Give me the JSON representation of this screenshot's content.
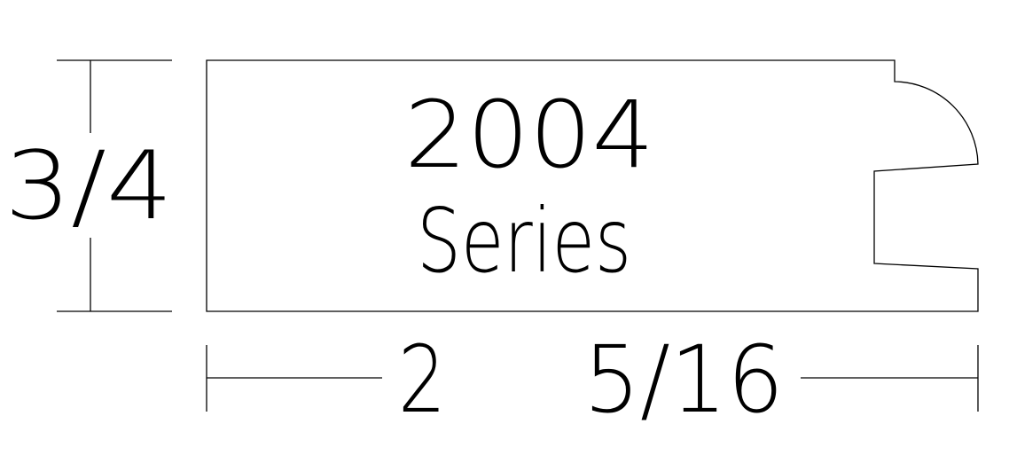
{
  "profile": {
    "series_number": "2004",
    "series_label": "Series"
  },
  "dimensions": {
    "height_label": "3/4",
    "width_whole": "2",
    "width_fraction": "5/16"
  },
  "colors": {
    "line": "#000000",
    "background": "#ffffff"
  }
}
